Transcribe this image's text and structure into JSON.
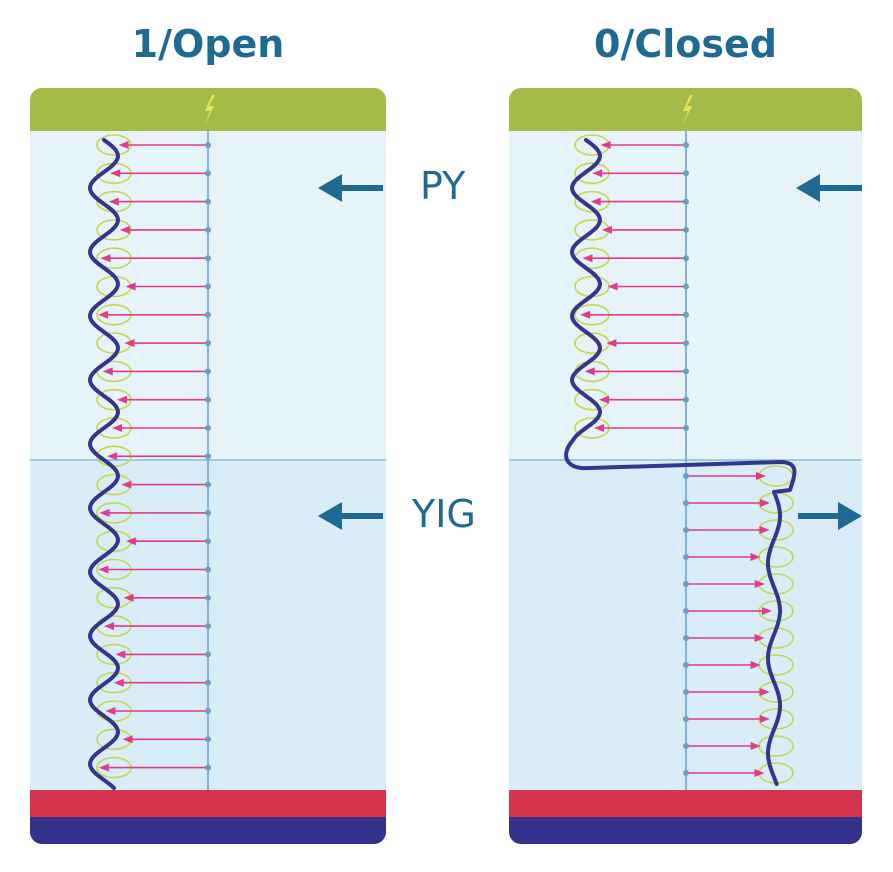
{
  "panels": [
    {
      "id": "open",
      "title": "1/Open"
    },
    {
      "id": "closed",
      "title": "0/Closed"
    }
  ],
  "layers": {
    "top": "PY",
    "bottom": "YIG"
  },
  "colors": {
    "title": "#1f6a93",
    "top_electrode": "#a5bb47",
    "bolt": "#e7e45a",
    "py_layer": "#e6f3f9",
    "yig_layer": "#d8edf8",
    "interface_line": "#7bc4d8",
    "bottom_red": "#d5344d",
    "bottom_navy": "#33318a",
    "spin_arrow": "#e33a8b",
    "precession_ellipse": "#c5d84a",
    "wave": "#35358f",
    "axis": "#6a9ec5",
    "flow_arrow": "#1f6a93"
  },
  "icons": [
    "lightning-bolt-icon",
    "arrow-left-icon",
    "arrow-right-icon"
  ]
}
